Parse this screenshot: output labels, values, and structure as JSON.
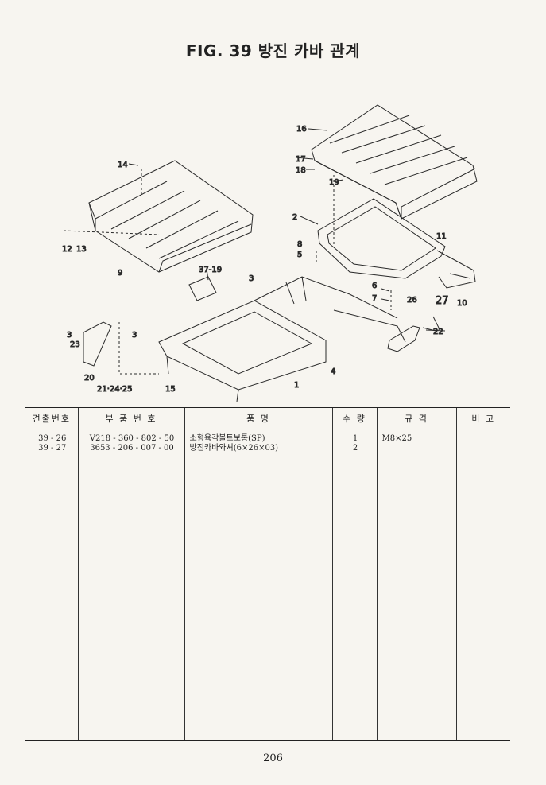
{
  "figure": {
    "title": "FIG. 39 방진 카바 관계"
  },
  "diagram_labels": [
    {
      "id": "16",
      "text": "16"
    },
    {
      "id": "17",
      "text": "17"
    },
    {
      "id": "18",
      "text": "18"
    },
    {
      "id": "19",
      "text": "19"
    },
    {
      "id": "14",
      "text": "14"
    },
    {
      "id": "2",
      "text": "2"
    },
    {
      "id": "12",
      "text": "12"
    },
    {
      "id": "13",
      "text": "13"
    },
    {
      "id": "9",
      "text": "9"
    },
    {
      "id": "8",
      "text": "8"
    },
    {
      "id": "5",
      "text": "5"
    },
    {
      "id": "11",
      "text": "11"
    },
    {
      "id": "37-19",
      "text": "37-19"
    },
    {
      "id": "3a",
      "text": "3"
    },
    {
      "id": "6",
      "text": "6"
    },
    {
      "id": "7",
      "text": "7"
    },
    {
      "id": "26",
      "text": "26"
    },
    {
      "id": "27",
      "text": "27"
    },
    {
      "id": "10",
      "text": "10"
    },
    {
      "id": "3b",
      "text": "3"
    },
    {
      "id": "23",
      "text": "23"
    },
    {
      "id": "3c",
      "text": "3"
    },
    {
      "id": "22",
      "text": "22"
    },
    {
      "id": "4",
      "text": "4"
    },
    {
      "id": "20",
      "text": "20"
    },
    {
      "id": "21-24-25",
      "text": "21·24·25"
    },
    {
      "id": "15",
      "text": "15"
    },
    {
      "id": "1",
      "text": "1"
    }
  ],
  "table": {
    "headers": {
      "ref": "견출번호",
      "part_no": "부 품 번 호",
      "name": "품 명",
      "qty": "수 량",
      "spec": "규 격",
      "remarks": "비 고"
    },
    "rows": [
      {
        "ref": "39 - 26",
        "part_no": "V218 - 360 - 802 - 50",
        "name": "소형육각볼트보통(SP)",
        "qty": "1",
        "spec": "M8×25",
        "remarks": ""
      },
      {
        "ref": "39 - 27",
        "part_no": "3653 - 206 - 007 - 00",
        "name": "방진카바와셔(6×26×03)",
        "qty": "2",
        "spec": "",
        "remarks": ""
      }
    ]
  },
  "page_number": "206"
}
